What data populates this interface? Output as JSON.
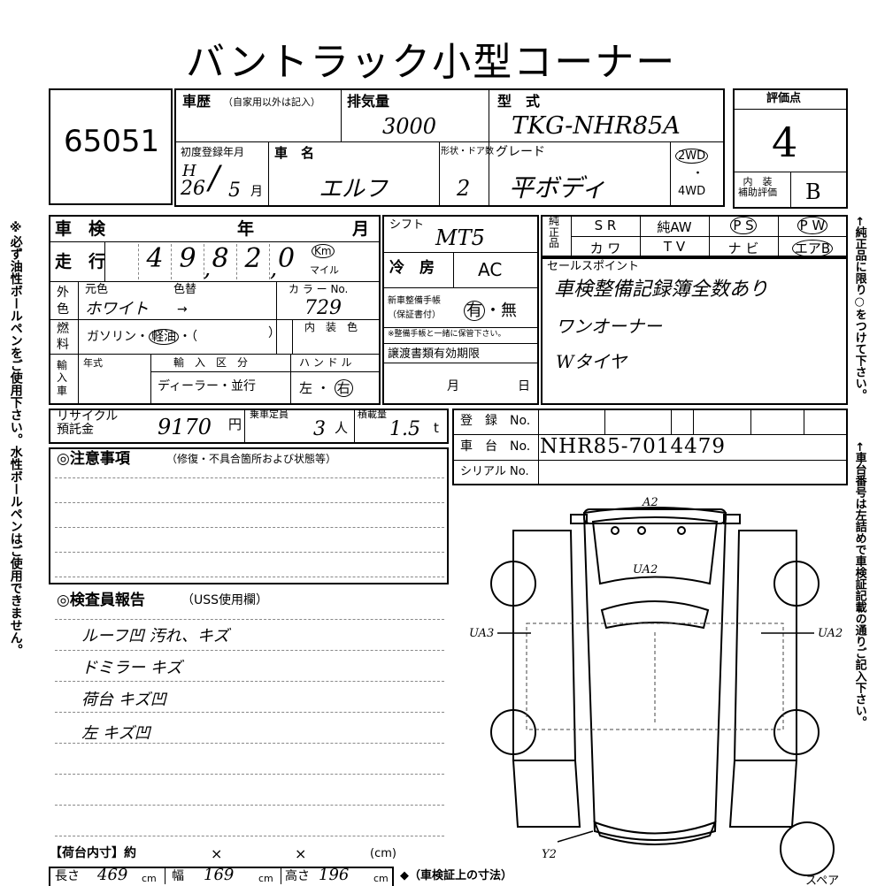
{
  "title": "バントラック小型コーナー",
  "lot_number": "65051",
  "history": {
    "label": "車歴",
    "note": "（自家用以外は記入）"
  },
  "displacement": {
    "label": "排気量",
    "value": "3000"
  },
  "model": {
    "label": "型　式",
    "value": "TKG-NHR85A"
  },
  "score": {
    "label": "評価点",
    "value": "4",
    "interior_label": "内　装\n補助評価",
    "interior_value": "B"
  },
  "first_registration": {
    "label": "初度登録年月",
    "era": "H",
    "year": "26",
    "slash": "/",
    "month": "5",
    "month_unit": "月"
  },
  "car_name": {
    "label": "車　名",
    "value": "エルフ"
  },
  "doors": {
    "label": "形状・ドア数",
    "value": "2"
  },
  "grade": {
    "label": "グレード",
    "value": "平ボディ",
    "drive_2wd": "2WD",
    "dot": "・",
    "drive_4wd": "4WD"
  },
  "inspection": {
    "label": "車　検",
    "year": "年",
    "month": "月"
  },
  "mileage": {
    "label": "走　行",
    "digits": [
      "",
      "4",
      "9",
      "8",
      "2",
      "0"
    ],
    "commas": [
      ",",
      ","
    ],
    "unit_km": "Km",
    "unit_mile": "マイル"
  },
  "color": {
    "side": "外\n色",
    "label": "元色",
    "change_label": "色替",
    "code_label": "カ ラ ー No.",
    "value": "ホワイト",
    "arrow": "→",
    "code": "729"
  },
  "fuel": {
    "side": "燃\n料",
    "options": "ガソリン・",
    "selected": "軽油",
    "open": "・（",
    "close": "）"
  },
  "interior_color": {
    "label": "内　装　色"
  },
  "import": {
    "side": "輸\n入\n車",
    "year_label": "年式",
    "class_label": "輸　入　区　分",
    "class_value": "ディーラー・並行",
    "handle_label": "ハ ン ド ル",
    "handle_left": "左",
    "handle_sep": "・",
    "handle_right": "右"
  },
  "recycle": {
    "label": "リサイクル\n預託金",
    "value": "9170",
    "unit": "円"
  },
  "capacity": {
    "label": "乗車定員",
    "value": "3",
    "unit": "人"
  },
  "load": {
    "label": "積載量",
    "value": "1.5",
    "unit": "t"
  },
  "shift": {
    "label": "シフト",
    "value": "MT5"
  },
  "ac": {
    "label": "冷　房",
    "value": "AC"
  },
  "service_record": {
    "label": "新車整備手帳\n（保証書付）",
    "has": "有",
    "sep": "・",
    "none": "無",
    "note": "※整備手帳と一緒に保管下さい。"
  },
  "transfer": {
    "label": "譲渡書類有効期限",
    "month": "月",
    "day": "日"
  },
  "genuine": {
    "side": "純\n正\n品",
    "row1": [
      "S R",
      "純AW",
      "P S",
      "P W"
    ],
    "row2": [
      "カ ワ",
      "T V",
      "ナ ビ",
      "エアB"
    ],
    "circled": [
      "P S",
      "P W",
      "エアB"
    ]
  },
  "sales_point": {
    "label": "セールスポイント",
    "lines": [
      "車検整備記録簿全数あり",
      "ワンオーナー",
      "Wタイヤ"
    ]
  },
  "registration": {
    "label": "登　録　No."
  },
  "chassis": {
    "label": "車　台　No.",
    "value": "NHR85-7014479"
  },
  "serial": {
    "label": "シリアル No."
  },
  "notes": {
    "label": "◎注意事項",
    "sub": "（修復・不具合箇所および状態等）"
  },
  "inspector": {
    "label": "◎検査員報告",
    "sub": "（USS使用欄）",
    "lines": [
      "ルーフ凹 汚れ、キズ",
      "ドミラー キズ",
      "荷台 キズ凹",
      "左 キズ凹"
    ]
  },
  "bed": {
    "label": "【荷台内寸】約",
    "x1": "×",
    "x2": "×",
    "unit": "(cm)",
    "length_label": "長さ",
    "length": "469",
    "width_label": "幅",
    "width": "169",
    "height_label": "高さ",
    "height": "196",
    "cm": "cm",
    "note": "◆（車検証上の寸法）"
  },
  "diagram": {
    "marks": [
      "A2",
      "UA2",
      "UA3",
      "UA2",
      "Y2"
    ],
    "spare": "スペア"
  },
  "side_left": "※必ず油性ボールペンをご使用下さい。水性ボールペンはご使用できません。",
  "side_right_top": "←純正品に限り○をつけて下さい。",
  "side_right_bottom": "←車台番号は左詰めで車検証記載の通りご記入下さい。"
}
